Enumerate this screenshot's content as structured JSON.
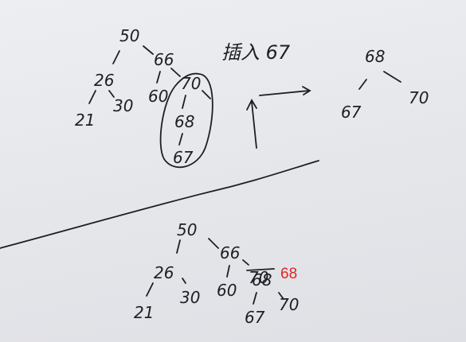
{
  "title": "插入 67",
  "before_tree": {
    "nodes": [
      "50",
      "66",
      "26",
      "21",
      "30",
      "60",
      "70",
      "68",
      "67"
    ]
  },
  "rotated_subtree": {
    "nodes": [
      "68",
      "67",
      "70"
    ]
  },
  "after_tree": {
    "nodes": [
      "50",
      "66",
      "26",
      "21",
      "30",
      "60",
      "68",
      "67",
      "70"
    ]
  },
  "overwritten_value": "70",
  "replacement_value": "68",
  "replacement_color": "#e8231e"
}
